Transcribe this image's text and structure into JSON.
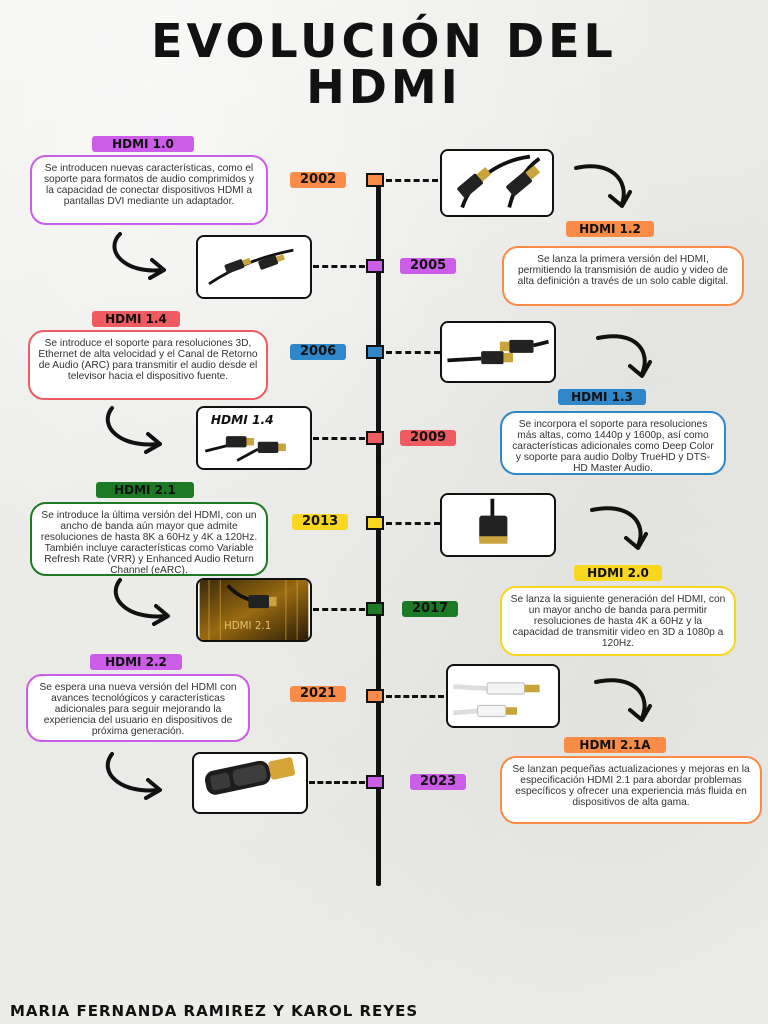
{
  "title": {
    "line1": "EVOLUCIÓN DEL",
    "line2": "HDMI"
  },
  "colors": {
    "orange": "#fb8c47",
    "purple": "#cc5de8",
    "blue": "#2f86c8",
    "red": "#f05a61",
    "green": "#1d7a24",
    "yellow": "#f9d61f"
  },
  "entries": [
    {
      "year": "2002",
      "version": "HDMI 1.0",
      "color": "orange",
      "desc": "Se introducen nuevas características, como el soporte para formatos de audio comprimidos y la capacidad de conectar dispositivos HDMI a pantallas DVI mediante un adaptador."
    },
    {
      "year": "2005",
      "version": "HDMI 1.2",
      "color": "purple",
      "desc": "Se lanza la primera versión del HDMI, permitiendo la transmisión de audio y video de alta definición a través de un solo cable digital."
    },
    {
      "year": "2006",
      "version": "HDMI 1.4",
      "color": "blue",
      "desc": "Se introduce el soporte para resoluciones 3D, Ethernet de alta velocidad y el Canal de Retorno de Audio (ARC) para transmitir el audio desde el televisor hacia el dispositivo fuente."
    },
    {
      "year": "2009",
      "version": "HDMI 1.3",
      "color": "red",
      "desc": "Se incorpora el soporte para resoluciones más altas, como 1440p y 1600p, así como características adicionales como Deep Color y soporte para audio Dolby TrueHD y DTS-HD Master Audio."
    },
    {
      "year": "2013",
      "version": "HDMI 2.1",
      "color": "yellow",
      "desc": "Se introduce la última versión del HDMI, con un ancho de banda aún mayor que admite resoluciones de hasta 8K a 60Hz y 4K a 120Hz. También incluye características como Variable Refresh Rate (VRR) y Enhanced Audio Return Channel (eARC)."
    },
    {
      "year": "2017",
      "version": "HDMI 2.0",
      "color": "green",
      "desc": "Se lanza la siguiente generación del HDMI, con un mayor ancho de banda para permitir resoluciones de hasta 4K a 60Hz y la capacidad de transmitir video en 3D a 1080p a 120Hz."
    },
    {
      "year": "2021",
      "version": "HDMI 2.2",
      "color": "orange",
      "desc": "Se espera una nueva versión del HDMI con avances tecnológicos y características adicionales para seguir mejorando la experiencia del usuario en dispositivos de próxima generación."
    },
    {
      "year": "2023",
      "version": "HDMI 2.1A",
      "color": "purple",
      "desc": "Se lanzan pequeñas actualizaciones y mejoras en la especificación HDMI 2.1 para abordar problemas específicos y ofrecer una experiencia más fluida en dispositivos de alta gama."
    }
  ],
  "photo_captions": {
    "hdmi_1_4_logo": "HDMI 1.4",
    "hdmi_2_1_logo": "HDMI 2.1"
  },
  "credits": "MARIA FERNANDA RAMIREZ Y KAROL REYES"
}
